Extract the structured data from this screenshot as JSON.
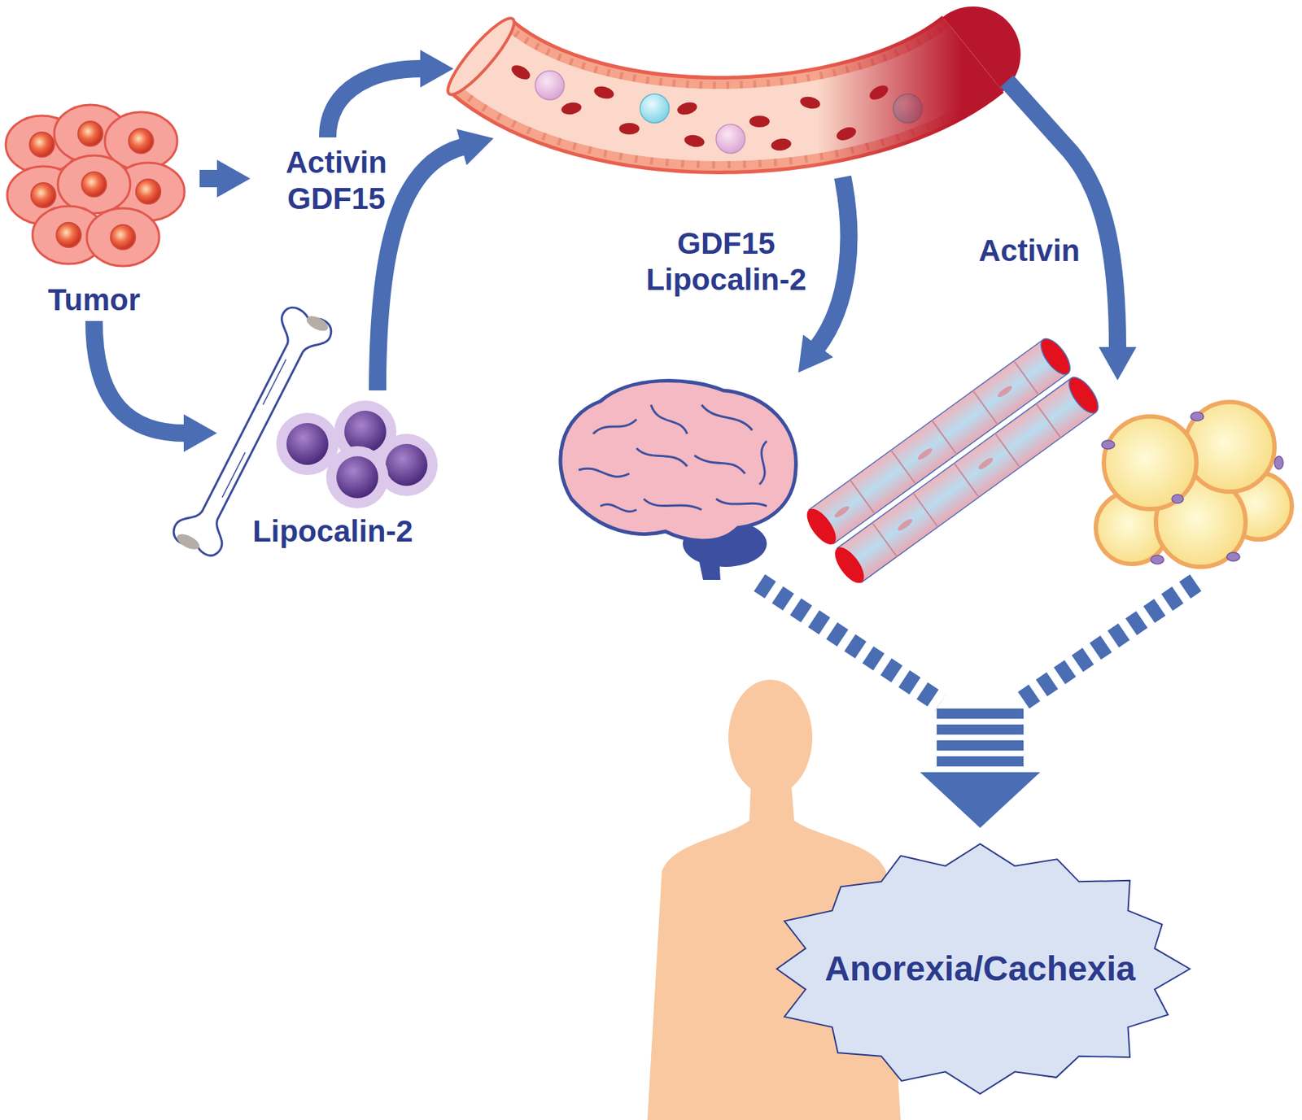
{
  "diagram": {
    "nodes": [
      {
        "text": [
          "Tumor"
        ]
      },
      {
        "text": [
          "Lipocalin-2"
        ]
      },
      {
        "text": [
          "Anorexia/Cachexia"
        ]
      }
    ],
    "edges": [
      {
        "from": 0,
        "to": 1,
        "arrow": "to"
      }
    ],
    "labels": [
      "Activin GDF15",
      "GDF15 Lipocalin-2",
      "Activin"
    ]
  }
}
